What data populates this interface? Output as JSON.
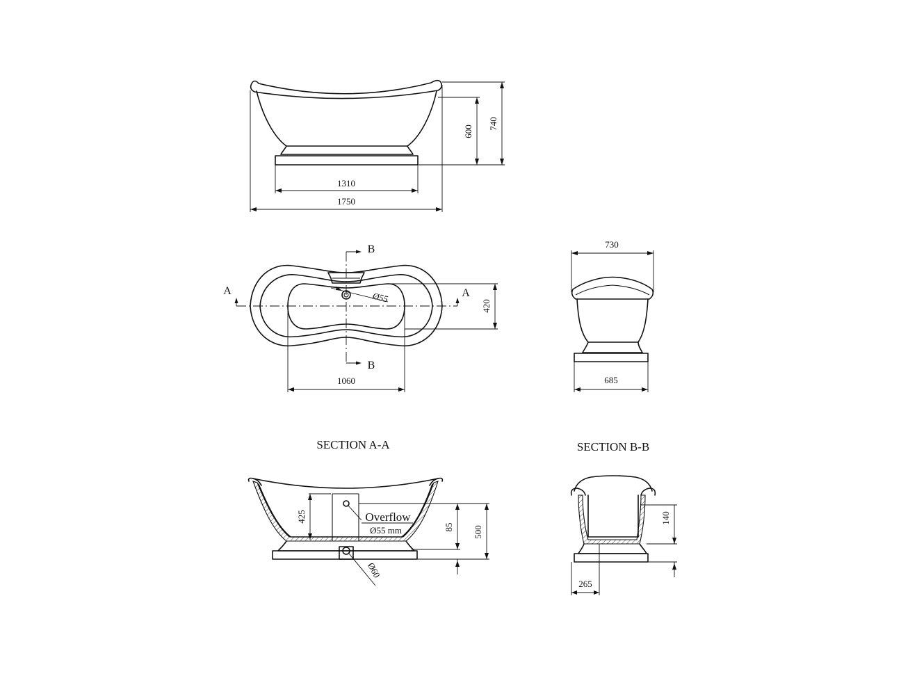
{
  "views": {
    "elevation": {
      "dim_length": "1750",
      "dim_base_length": "1310",
      "dim_rim_height": "600",
      "dim_total_height": "740"
    },
    "plan": {
      "dim_inner_length": "1060",
      "dim_inner_width": "420",
      "dim_drain": "Ø55",
      "section_a_left": "A",
      "section_a_right": "A",
      "section_b_top": "B",
      "section_b_bottom": "B"
    },
    "end_view": {
      "dim_width": "730",
      "dim_base_width": "685"
    },
    "section_aa": {
      "title": "SECTION  A-A",
      "dim_inner_depth": "425",
      "overflow_label": "Overflow",
      "overflow_dia": "Ø55  mm",
      "dim_overflow_height": "85",
      "dim_height": "500",
      "dim_waste": "Ø60"
    },
    "section_bb": {
      "title": "SECTION  B-B",
      "dim_depth": "140",
      "dim_offset": "265"
    }
  }
}
